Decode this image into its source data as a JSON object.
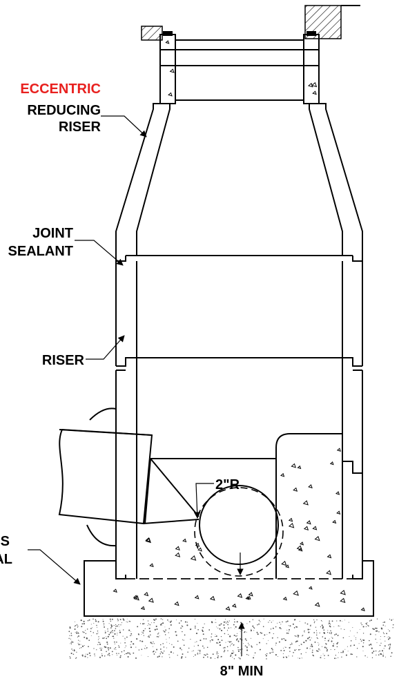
{
  "title": "",
  "colors": {
    "line": "#000000",
    "label_accent": "#e8201e",
    "background": "#ffffff"
  },
  "labels": {
    "eccentric": "ECCENTRIC",
    "reducing": "REDUCING",
    "riser_top": "RISER",
    "joint": "JOINT",
    "sealant": "SEALANT",
    "riser": "RISER",
    "radius": "2\"R",
    "base_is": "IS",
    "base_al": "AL",
    "min": "8\"  MIN"
  }
}
